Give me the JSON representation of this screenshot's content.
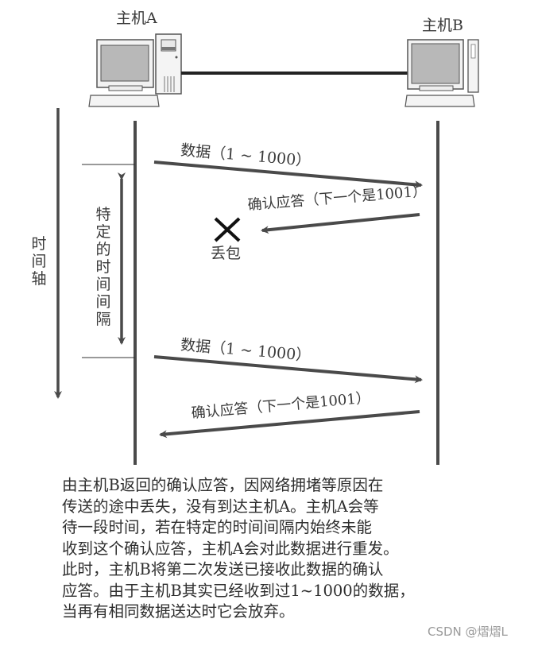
{
  "hosts": {
    "a": {
      "label": "主机A"
    },
    "b": {
      "label": "主机B"
    }
  },
  "axis": {
    "time_axis_label": [
      "时",
      "间",
      "轴"
    ],
    "interval_label": [
      "特",
      "定",
      "的",
      "时",
      "间",
      "间",
      "隔"
    ]
  },
  "messages": [
    {
      "label": "数据（1 ~ 1000）",
      "direction": "A→B",
      "status": "delivered"
    },
    {
      "label": "确认应答（下一个是1001）",
      "direction": "B→A",
      "status": "lost"
    },
    {
      "label": "数据（1 ~ 1000）",
      "direction": "A→B",
      "status": "delivered"
    },
    {
      "label": "确认应答（下一个是1001）",
      "direction": "B→A",
      "status": "delivered"
    }
  ],
  "loss_marker": {
    "symbol": "✕",
    "label": "丢包"
  },
  "description": {
    "lines": [
      "由主机B返回的确认应答，因网络拥堵等原因在",
      "传送的途中丢失，没有到达主机A。主机A会等",
      "待一段时间，若在特定的时间间隔内始终未能",
      "收到这个确认应答，主机A会对此数据进行重发。",
      "此时，主机B将第二次发送已接收此数据的确认",
      "应答。由于主机B其实已经收到过1~1000的数据，",
      "当再有相同数据送达时它会放弃。"
    ]
  },
  "watermark": "CSDN @熠熠L",
  "colors": {
    "line": "#4a4a4a",
    "screen": "#b8b8b8",
    "text": "#333333"
  }
}
